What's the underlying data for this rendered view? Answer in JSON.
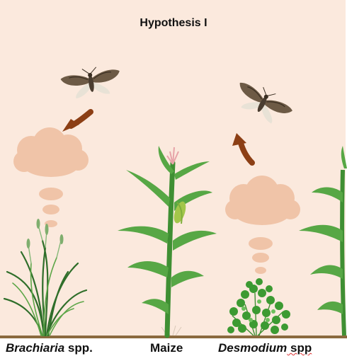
{
  "title": "Hypothesis I",
  "labels": {
    "brachiaria_name": "Brachiaria",
    "brachiaria_suffix": " spp.",
    "maize": "Maize",
    "desmodium_name": "Desmodium",
    "desmodium_suffix": " spp"
  },
  "colors": {
    "background": "#fbe9dd",
    "ground": "#8b6a3e",
    "volatile_cloud": "#f0c4a8",
    "arrow": "#8c3f15",
    "plant_green": "#4f9a3a",
    "moth_wing": "#6d5a45"
  }
}
